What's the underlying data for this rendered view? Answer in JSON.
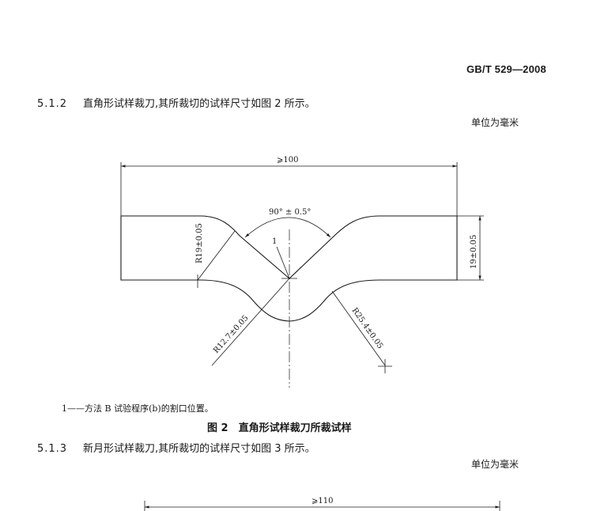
{
  "header": {
    "standard_code": "GB/T 529—2008"
  },
  "section_512": {
    "number": "5.1.2",
    "text": "直角形试样裁刀,其所裁切的试样尺寸如图 2 所示。",
    "unit_note": "单位为毫米"
  },
  "figure2": {
    "dim_total_length": "⩾100",
    "dim_angle": "90° ± 0.5°",
    "callout_1": "1",
    "dim_radius_left": "R19±0.05",
    "dim_height": "19±0.05",
    "dim_radius_bottom": "R12.7±0.05",
    "dim_radius_right": "R25.4±0.05",
    "legend": "1——方法 B 试验程序(b)的割口位置。",
    "caption": "图 2　直角形试样裁刀所裁试样"
  },
  "section_513": {
    "number": "5.1.3",
    "text": "新月形试样裁刀,其所裁切的试样尺寸如图 3 所示。",
    "unit_note": "单位为毫米"
  },
  "figure3": {
    "dim_total_length": "⩾110"
  }
}
